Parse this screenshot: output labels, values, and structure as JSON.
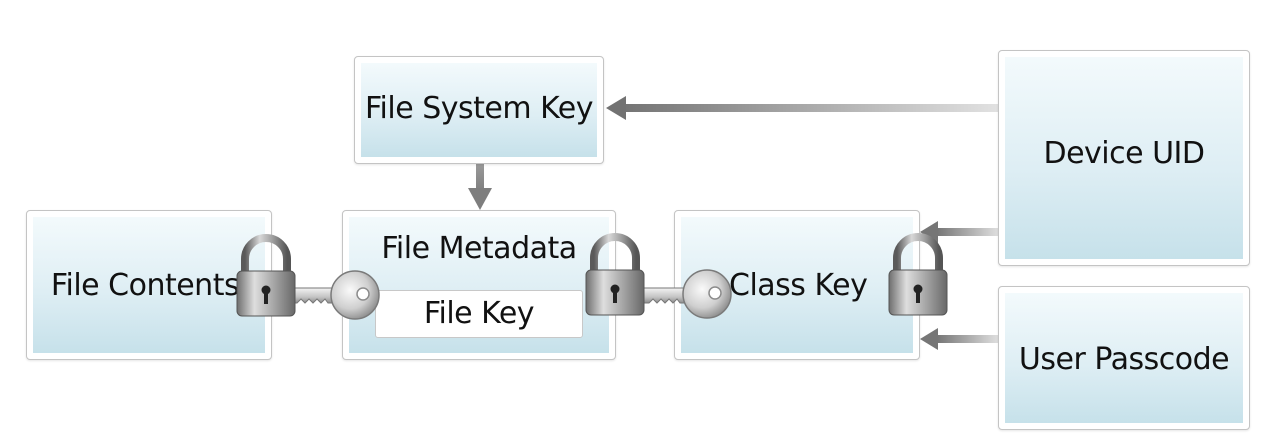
{
  "nodes": {
    "file_system_key": "File System Key",
    "device_uid": "Device UID",
    "file_contents": "File Contents",
    "file_metadata": "File Metadata",
    "file_key": "File Key",
    "class_key": "Class Key",
    "user_passcode": "User Passcode"
  },
  "icons": [
    "lock-icon",
    "key-icon",
    "arrow-icon"
  ],
  "colors": {
    "box_gradient_top": "#f3fafc",
    "box_gradient_bottom": "#c6e1ea",
    "arrow": "#7a7a7a"
  }
}
